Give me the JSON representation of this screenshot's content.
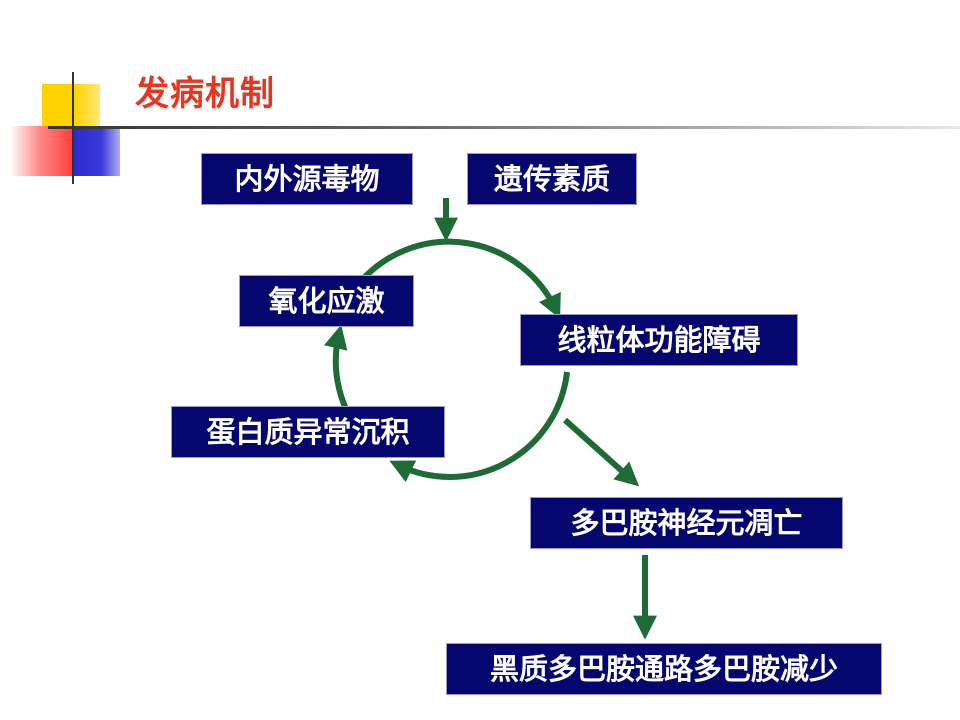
{
  "title": "发病机制",
  "nodes": {
    "external_toxins": "内外源毒物",
    "genetic_factors": "遗传素质",
    "oxidative_stress": "氧化应激",
    "mitochondrial_dysfunction": "线粒体功能障碍",
    "protein_aggregation": "蛋白质异常沉积",
    "dopaminergic_neuron_death": "多巴胺神经元凋亡",
    "nigrostriatal_dopamine_reduction": "黑质多巴胺通路多巴胺减少"
  },
  "colors": {
    "title": "#e8351f",
    "box_fill": "#06066f",
    "box_text": "#ffffff",
    "arrow": "#1f6b36"
  }
}
